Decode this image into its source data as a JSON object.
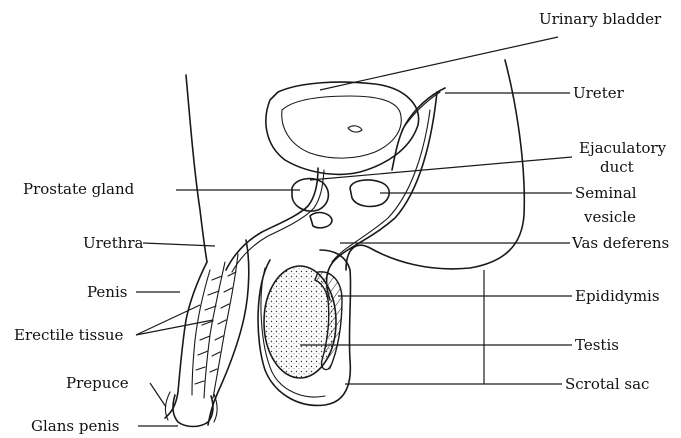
{
  "labels": {
    "urinary_bladder": "Urinary bladder",
    "ureter": "Ureter",
    "ejaculatory_duct_1": "Ejaculatory",
    "ejaculatory_duct_2": "duct",
    "prostate_gland": "Prostate gland",
    "seminal_vesicle_1": "Seminal",
    "seminal_vesicle_2": "vesicle",
    "urethra": "Urethra",
    "vas_deferens": "Vas deferens",
    "penis": "Penis",
    "epididymis": "Epididymis",
    "erectile_tissue": "Erectile tissue",
    "testis": "Testis",
    "prepuce": "Prepuce",
    "scrotal_sac": "Scrotal sac",
    "glans_penis": "Glans penis"
  }
}
